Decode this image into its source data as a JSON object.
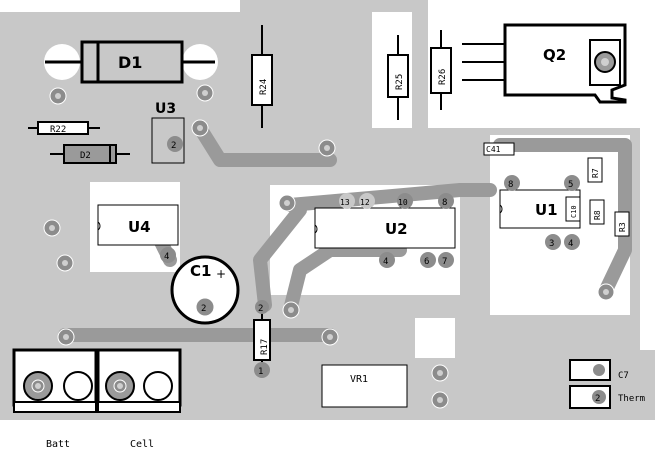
{
  "colors": {
    "board": "#c8c8c8",
    "trace": "#9a9a9a",
    "pad": "#8c8c8c",
    "pad_hole": "#cfcfcf",
    "silk": "#000000"
  },
  "components": {
    "d1": "D1",
    "d2": "D2",
    "r22": "R22",
    "r24": "R24",
    "r25": "R25",
    "r26": "R26",
    "q2": "Q2",
    "u3": "U3",
    "u4": "U4",
    "c1": "C1",
    "c1_polarity": "+",
    "u2": "U2",
    "u1": "U1",
    "c41": "C41",
    "r7": "R7",
    "r8": "R8",
    "r3": "R3",
    "c10": "C10",
    "r17": "R17",
    "vr1": "VR1",
    "c7": "C7",
    "therm": "Therm"
  },
  "pin_numbers": {
    "u3_pin": "2",
    "u4_pin": "4",
    "u2_p13": "13",
    "u2_p12": "12",
    "u2_p10": "10",
    "u2_p8": "8",
    "u2_p4": "4",
    "u2_p6": "6",
    "u2_p7": "7",
    "u1_p8": "8",
    "u1_p5": "5",
    "u1_p3": "3",
    "u1_p4": "4",
    "c1_pin": "2",
    "r17_pin": "1",
    "r17_top": "2",
    "therm_pin": "2"
  },
  "connectors": {
    "batt": "Batt",
    "cell": "Cell"
  }
}
